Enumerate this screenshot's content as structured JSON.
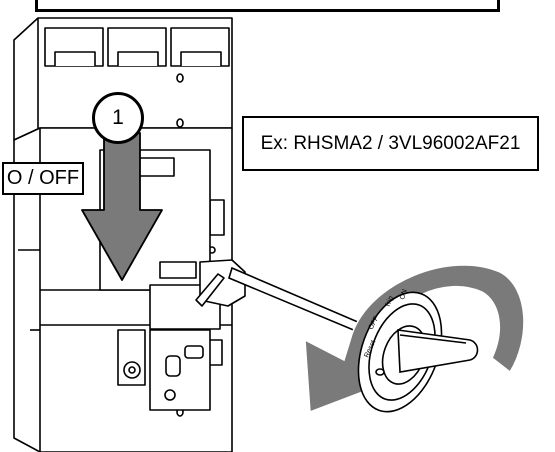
{
  "model_label": "Ex: RHSMA2 / 3VL96002AF21",
  "step_number": "1",
  "position_label": "O / OFF",
  "handle_markings": {
    "off": "OFF",
    "trip": "Trip",
    "on": "ON",
    "reset": "Reset"
  },
  "colors": {
    "arrow_fill": "#7a7a7a",
    "outline": "#000000",
    "background": "#ffffff"
  }
}
